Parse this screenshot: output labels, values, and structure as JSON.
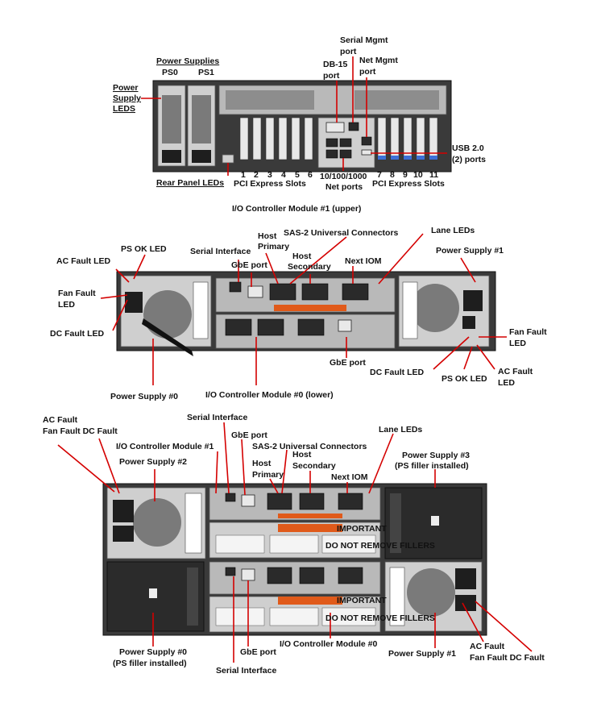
{
  "section1": {
    "power_supplies": "Power Supplies",
    "ps0": "PS0",
    "ps1": "PS1",
    "psu_leds": [
      "Power",
      "Supply",
      "LEDS"
    ],
    "db15": [
      "DB-15",
      "port"
    ],
    "serial_mgmt": [
      "Serial Mgmt",
      "port"
    ],
    "net_mgmt": [
      "Net Mgmt",
      "port"
    ],
    "usb": [
      "USB 2.0",
      "(2) ports"
    ],
    "rear_panel_leds": "Rear Panel LEDs",
    "slots_left_numbers": [
      "1",
      "2",
      "3",
      "4",
      "5",
      "6"
    ],
    "slots_right_numbers": [
      "7",
      "8",
      "9",
      "10",
      "11"
    ],
    "pci_left": "PCI Express Slots",
    "pci_right": "PCI Express Slots",
    "net_ports": [
      "10/100/1000",
      "Net ports"
    ],
    "caption": "I/O Controller Module #1 (upper)"
  },
  "section2": {
    "sas": "SAS-2 Universal Connectors",
    "lane_leds": "Lane LEDs",
    "host_primary": [
      "Host",
      "Primary"
    ],
    "host_secondary": [
      "Host",
      "Secondary"
    ],
    "serial_interface": "Serial Interface",
    "ps_ok_led": "PS OK LED",
    "ac_fault_led": "AC Fault LED",
    "gbe_port": "GbE port",
    "next_iom": "Next IOM",
    "power_supply_1": "Power Supply #1",
    "fan_fault_led": [
      "Fan Fault",
      "LED"
    ],
    "dc_fault_led": "DC Fault LED",
    "fan_fault_led_r": [
      "Fan Fault",
      "LED"
    ],
    "gbe_port_lower": "GbE port",
    "dc_fault_led_r": "DC Fault LED",
    "ps_ok_led_r": "PS OK LED",
    "ac_fault_led_r": [
      "AC Fault",
      "LED"
    ],
    "power_supply_0": "Power Supply #0",
    "iocm0": "I/O Controller Module #0  (lower)"
  },
  "section3": {
    "ac_fault": "AC Fault",
    "fan_fault_dc_fault": "Fan Fault  DC Fault",
    "serial_interface": "Serial Interface",
    "gbe_port": "GbE port",
    "iocm1": "I/O Controller Module #1",
    "sas": "SAS-2 Universal Connectors",
    "lane_leds": "Lane LEDs",
    "host_secondary": [
      "Host",
      "Secondary"
    ],
    "power_supply_2": "Power Supply #2",
    "host_primary": [
      "Host",
      "Primary"
    ],
    "next_iom": "Next IOM",
    "power_supply_3": [
      "Power Supply #3",
      "(PS filler installed)"
    ],
    "important": "IMPORTANT",
    "do_not_remove": "DO NOT REMOVE FILLERS",
    "power_supply_0": [
      "Power Supply #0",
      "(PS filler installed)"
    ],
    "gbe_port_lower": "GbE port",
    "iocm0": "I/O Controller Module #0",
    "power_supply_1": "Power Supply #1",
    "ac_fault_r": "AC Fault",
    "fan_fault_dc_fault_r": "Fan Fault  DC Fault",
    "serial_interface_lower": "Serial Interface"
  },
  "colors": {
    "leader": "#d40000",
    "chassis": "#3a3a3a",
    "handle": "#e05a1a",
    "pci_tab": "#3d6fd6"
  }
}
